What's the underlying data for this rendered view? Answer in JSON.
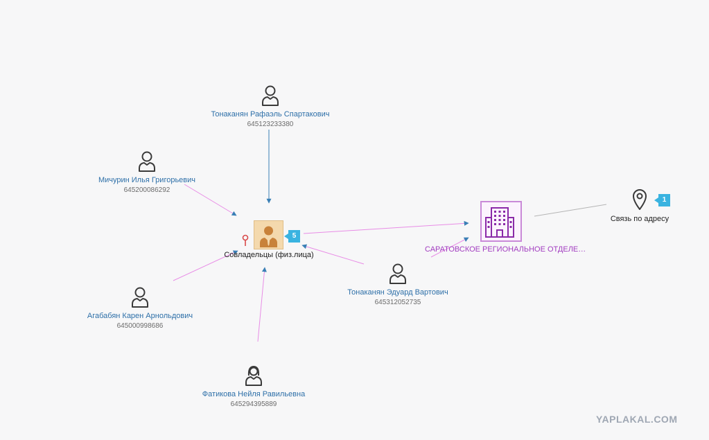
{
  "graph": {
    "persons": [
      {
        "name": "Тонаканян Рафаэль Спартакович",
        "inn": "645123233380"
      },
      {
        "name": "Мичурин Илья Григорьевич",
        "inn": "645200086292"
      },
      {
        "name": "Агабабян Карен Арнольдович",
        "inn": "645000998686"
      },
      {
        "name": "Фатикова Нейля Равильевна",
        "inn": "645294395889"
      },
      {
        "name": "Тонаканян Эдуард Вартович",
        "inn": "645312052735"
      }
    ],
    "group": {
      "label": "Совладельцы (физ.лица)",
      "count": "5",
      "icon": "businessman-icon"
    },
    "organization": {
      "label": "САРАТОВСКОЕ РЕГИОНАЛЬНОЕ ОТДЕЛЕ…",
      "icon": "office-building-icon"
    },
    "address_link": {
      "label": "Связь по адресу",
      "count": "1",
      "icon": "map-pin-icon"
    }
  },
  "watermark": "YAPLAKAL.COM",
  "colors": {
    "edge_pink": "#e88ce6",
    "arrow_blue": "#3a7fb5",
    "edge_gray": "#b5b5b5",
    "person_name": "#2d6fa8",
    "org_purple": "#a23cc0",
    "badge_blue": "#3ab3e0",
    "group_fill": "#f4d9ad"
  }
}
